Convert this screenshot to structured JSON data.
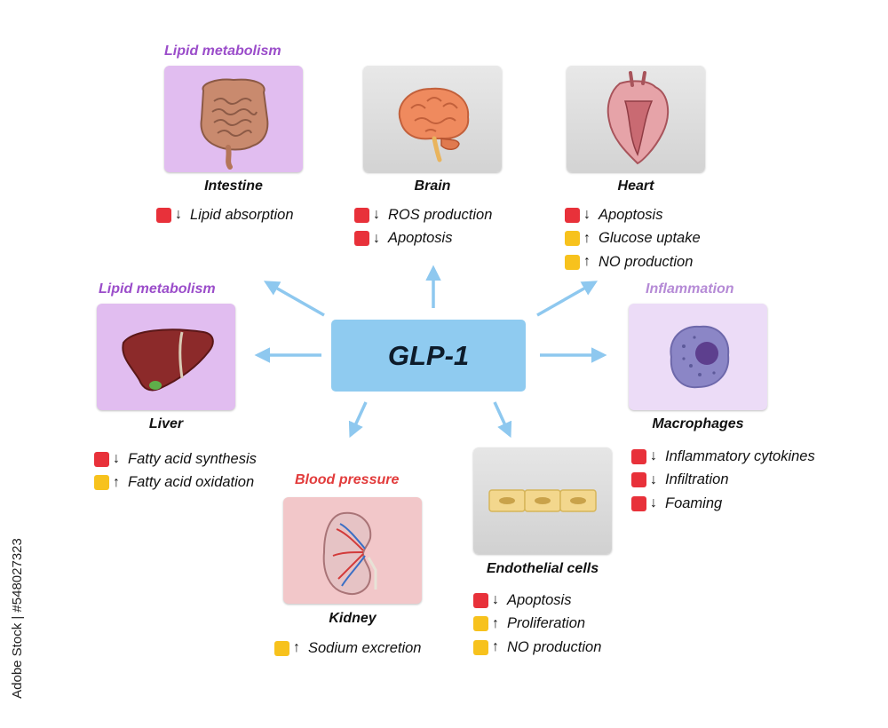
{
  "center": {
    "label": "GLP-1"
  },
  "colors": {
    "decrease": "#e8313a",
    "increase": "#f7c21d",
    "arrow": "#8ec8ef",
    "center": "#8fcbf0",
    "lipid": "#9b4dca",
    "inflammation": "#b58ad6",
    "blood_pressure": "#e23c3c"
  },
  "organs": {
    "intestine": {
      "category": "Lipid metabolism",
      "name": "Intestine",
      "effects": [
        {
          "type": "decrease",
          "arrow": "↓",
          "text": "Lipid absorption"
        }
      ]
    },
    "brain": {
      "name": "Brain",
      "effects": [
        {
          "type": "decrease",
          "arrow": "↓",
          "text": "ROS production"
        },
        {
          "type": "decrease",
          "arrow": "↓",
          "text": "Apoptosis"
        }
      ]
    },
    "heart": {
      "name": "Heart",
      "effects": [
        {
          "type": "decrease",
          "arrow": "↓",
          "text": "Apoptosis"
        },
        {
          "type": "increase",
          "arrow": "↑",
          "text": "Glucose uptake"
        },
        {
          "type": "increase",
          "arrow": "↑",
          "text": "NO production"
        }
      ]
    },
    "liver": {
      "category": "Lipid metabolism",
      "name": "Liver",
      "effects": [
        {
          "type": "decrease",
          "arrow": "↓",
          "text": "Fatty acid synthesis"
        },
        {
          "type": "increase",
          "arrow": "↑",
          "text": "Fatty acid oxidation"
        }
      ]
    },
    "macrophages": {
      "category": "Inflammation",
      "name": "Macrophages",
      "effects": [
        {
          "type": "decrease",
          "arrow": "↓",
          "text": "Inflammatory cytokines"
        },
        {
          "type": "decrease",
          "arrow": "↓",
          "text": "Infiltration"
        },
        {
          "type": "decrease",
          "arrow": "↓",
          "text": "Foaming"
        }
      ]
    },
    "kidney": {
      "category": "Blood pressure",
      "name": "Kidney",
      "effects": [
        {
          "type": "increase",
          "arrow": "↑",
          "text": "Sodium excretion"
        }
      ]
    },
    "endothelial": {
      "name": "Endothelial cells",
      "effects": [
        {
          "type": "decrease",
          "arrow": "↓",
          "text": "Apoptosis"
        },
        {
          "type": "increase",
          "arrow": "↑",
          "text": "Proliferation"
        },
        {
          "type": "increase",
          "arrow": "↑",
          "text": "NO production"
        }
      ]
    }
  },
  "watermark": "Adobe Stock | #548027323"
}
